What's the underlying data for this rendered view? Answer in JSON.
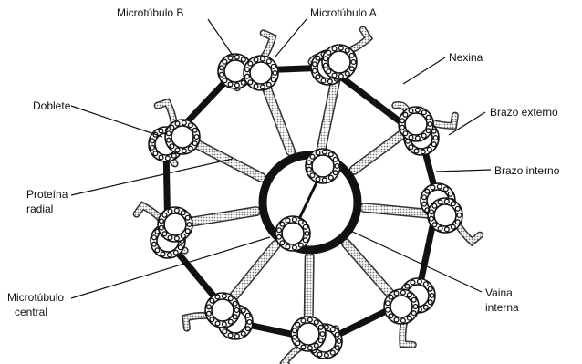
{
  "labels": {
    "microtubulo_b": "Microtúbulo B",
    "microtubulo_a": "Microtúbulo A",
    "nexina": "Nexina",
    "doblete": "Doblete",
    "brazo_externo": "Brazo externo",
    "brazo_interno": "Brazo interno",
    "proteina_radial_1": "Proteína",
    "proteina_radial_2": "radial",
    "microtubulo_central_1": "Microtúbulo",
    "microtubulo_central_2": "central",
    "vaina_interna_1": "Vaina",
    "vaina_interna_2": "interna"
  },
  "colors": {
    "ink": "#111111",
    "stipple": "#9a9a9a",
    "background": "#ffffff"
  },
  "structure": {
    "doublet_count": 9,
    "central_microtubules": 2
  }
}
